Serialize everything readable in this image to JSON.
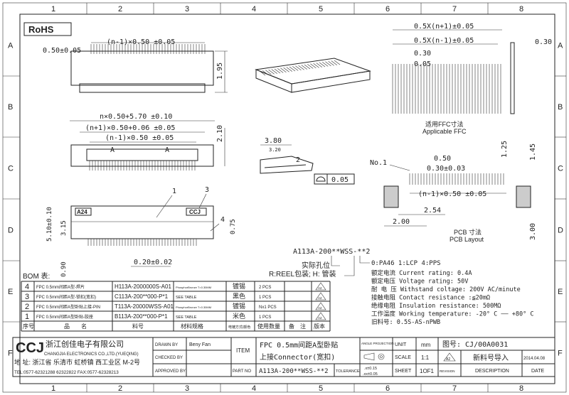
{
  "frame": {
    "columns": [
      "1",
      "2",
      "3",
      "4",
      "5",
      "6",
      "7",
      "8"
    ],
    "rows": [
      "A",
      "B",
      "C",
      "D",
      "E",
      "F"
    ]
  },
  "rohs": "RoHS",
  "view_top": {
    "dims": [
      "(n-1)×0.50 ±0.05",
      "0.50±0.05",
      "1.95"
    ]
  },
  "view_mid": {
    "dims": [
      "n×0.50+5.70 ±0.10",
      "(n+1)×0.50+0.06 ±0.05",
      "(n-1)×0.50 ±0.05",
      "2.10"
    ],
    "section": "A"
  },
  "view_bottom": {
    "markings": [
      "A24",
      "CCJ"
    ],
    "callouts": [
      "1",
      "3",
      "4"
    ],
    "dims": [
      "5.10±0.10",
      "3.15",
      "0.75",
      "0.20±0.02",
      "0.90"
    ]
  },
  "section_view": {
    "dims": [
      "3.80",
      "3.20"
    ],
    "callout": "2",
    "flatness": "0.05"
  },
  "ffc": {
    "dims": [
      "0.5X(n+1)±0.05",
      "0.5X(n-1)±0.05",
      "0.30",
      "0.05",
      "0.30"
    ],
    "caption_cn": "适用FFC寸法",
    "caption_en": "Applicable FFC"
  },
  "pcb": {
    "no1": "No.1",
    "dims": [
      "0.50",
      "0.30±0.03",
      "(n-1)×0.50 ±0.05",
      "2.54",
      "2.00",
      "1.25",
      "1.45",
      "3.00"
    ],
    "caption_cn": "PCB 寸法",
    "caption_en": "PCB Layout"
  },
  "part_code": {
    "code": "A113A-200**WSS-**2",
    "note1": "实际孔位",
    "note2": "R:REEL包装; H: 管装",
    "note3": "0:PA46 1:LCP 4:PPS"
  },
  "specs": [
    "额定电流 Current rating: 0.4A",
    "额定电压 Voltage rating: 50V",
    "耐 电 压 Withstand coltage: 200V AC/minute",
    "接触电阻 Contact resistance :≦20mΩ",
    "绝缘电阻 Insulation resistance: 500MΩ",
    "工作温度 Working temperature: -20° C —— +80° C",
    "旧料号: 0.5S-AS-nPWB"
  ],
  "bom": {
    "title": "BOM 表:",
    "headers": [
      "序号",
      "品　　名",
      "料号",
      "材料规格",
      "电镀方式/颜色",
      "使用数量",
      "备　注",
      "版本"
    ],
    "rows": [
      {
        "no": "4",
        "name": "FPC 0.5mm间距A型-焊片",
        "part": "H113A-2000000S-A01",
        "material": "PhosphorBronze T=0.30MM",
        "finish": "镀锡",
        "qty": "2 PCS",
        "note": "",
        "rev": "A2"
      },
      {
        "no": "3",
        "name": "FPC 0.5mm间距A型-锁扣(宽扣)",
        "part": "C113A-200**000-P*1",
        "material": "SEE TABLE",
        "finish": "黑色",
        "qty": "1 PCS",
        "note": "",
        "rev": "A2"
      },
      {
        "no": "2",
        "name": "FPC 0.5mm间距A型卧贴上接-PIN",
        "part": "T113A-20000WSS-A01",
        "material": "PhosphorBronze T=0.30MM",
        "finish": "镀锡",
        "qty": "Nx1 PCS",
        "note": "",
        "rev": "A2"
      },
      {
        "no": "1",
        "name": "FPC 0.5mm间距A型卧贴-胶座",
        "part": "B113A-200**000-P*1",
        "material": "SEE TABLE",
        "finish": "米色",
        "qty": "1 PCS",
        "note": "",
        "rev": "A2"
      }
    ]
  },
  "title_block": {
    "logo": "CCJ",
    "company_cn": "浙江创佳电子有限公司",
    "company_en": "CHANGJIA ELECTRONICS CO.,LTD.(YUEQING)",
    "address": "地 址: 浙江省 乐清市 虹桥镇 西工业区 M-2号",
    "tel": "TEL:0577-62321288 62322822 FAX:0577-62328213",
    "drawn_by_label": "DRAWN BY",
    "drawn_by": "Beny Fan",
    "checked_by_label": "CHECKED BY",
    "approved_by_label": "APPROVED BY",
    "item_label": "ITEM",
    "item_line1": "FPC 0.5mm间距A型卧贴",
    "item_line2": "上接Connector(宽扣)",
    "part_no_label": "PART NO",
    "part_no": "A113A-200**WSS-**2",
    "angle_projection_label": "ANGLE PROJECTION",
    "tolerance_label": "TOLERANCE",
    "tolerance1": ".x±0.15",
    "tolerance2": ".xx±0.05",
    "unit_label": "UNIT",
    "unit": "mm",
    "scale_label": "SCALE",
    "scale": "1:1",
    "sheet_label": "SHEET",
    "sheet": "1OF1",
    "drawing_no": "图号: CJ/00A0031",
    "rev": "A2",
    "description_entry": "新料号导入",
    "date_entry": "2014.04.08",
    "revision_label": "REVISION",
    "description_label": "DESCRIPTION",
    "date_label": "DATE"
  }
}
